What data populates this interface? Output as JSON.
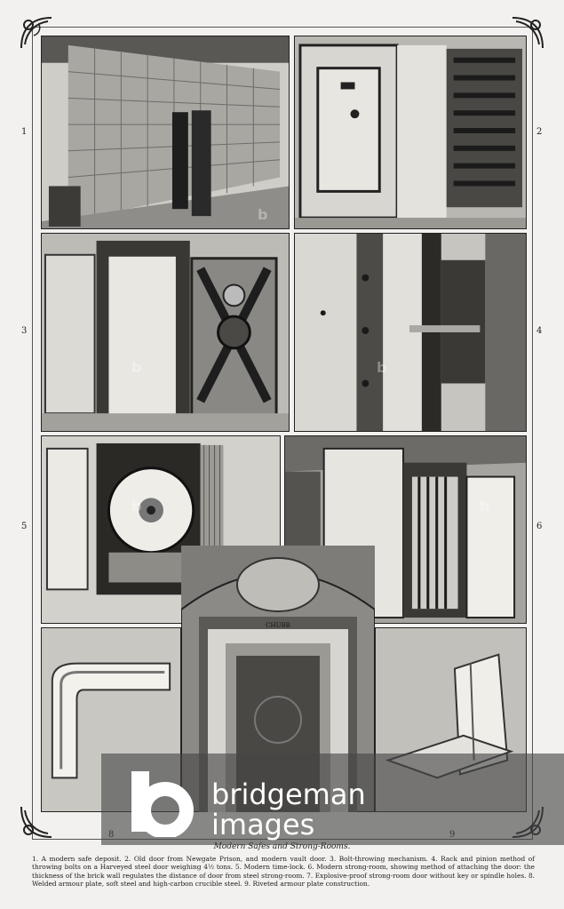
{
  "plate_numbers": [
    "1",
    "2",
    "3",
    "4",
    "5",
    "6",
    "8",
    "9"
  ],
  "door_sign": "CHUBB",
  "caption": {
    "title": "Modern Safes and Strong-Rooms.",
    "body": "1. A modern safe deposit. 2. Old door from Newgate Prison, and modern vault door. 3. Bolt-throwing mechanism. 4. Rack and pinion method of throwing bolts on a Harveyed steel door weighing 4½ tons. 5. Modern time-lock. 6. Modern strong-room, showing method of attaching the door: the thickness of the brick wall regulates the distance of door from steel strong-room. 7. Explosive-proof strong-room door without key or spindle holes. 8. Welded armour plate, soft steel and high-carbon crucible steel. 9. Riveted armour plate construction."
  },
  "watermark": {
    "line1": "bridgeman",
    "line2": "images",
    "faint_mark": "b"
  }
}
